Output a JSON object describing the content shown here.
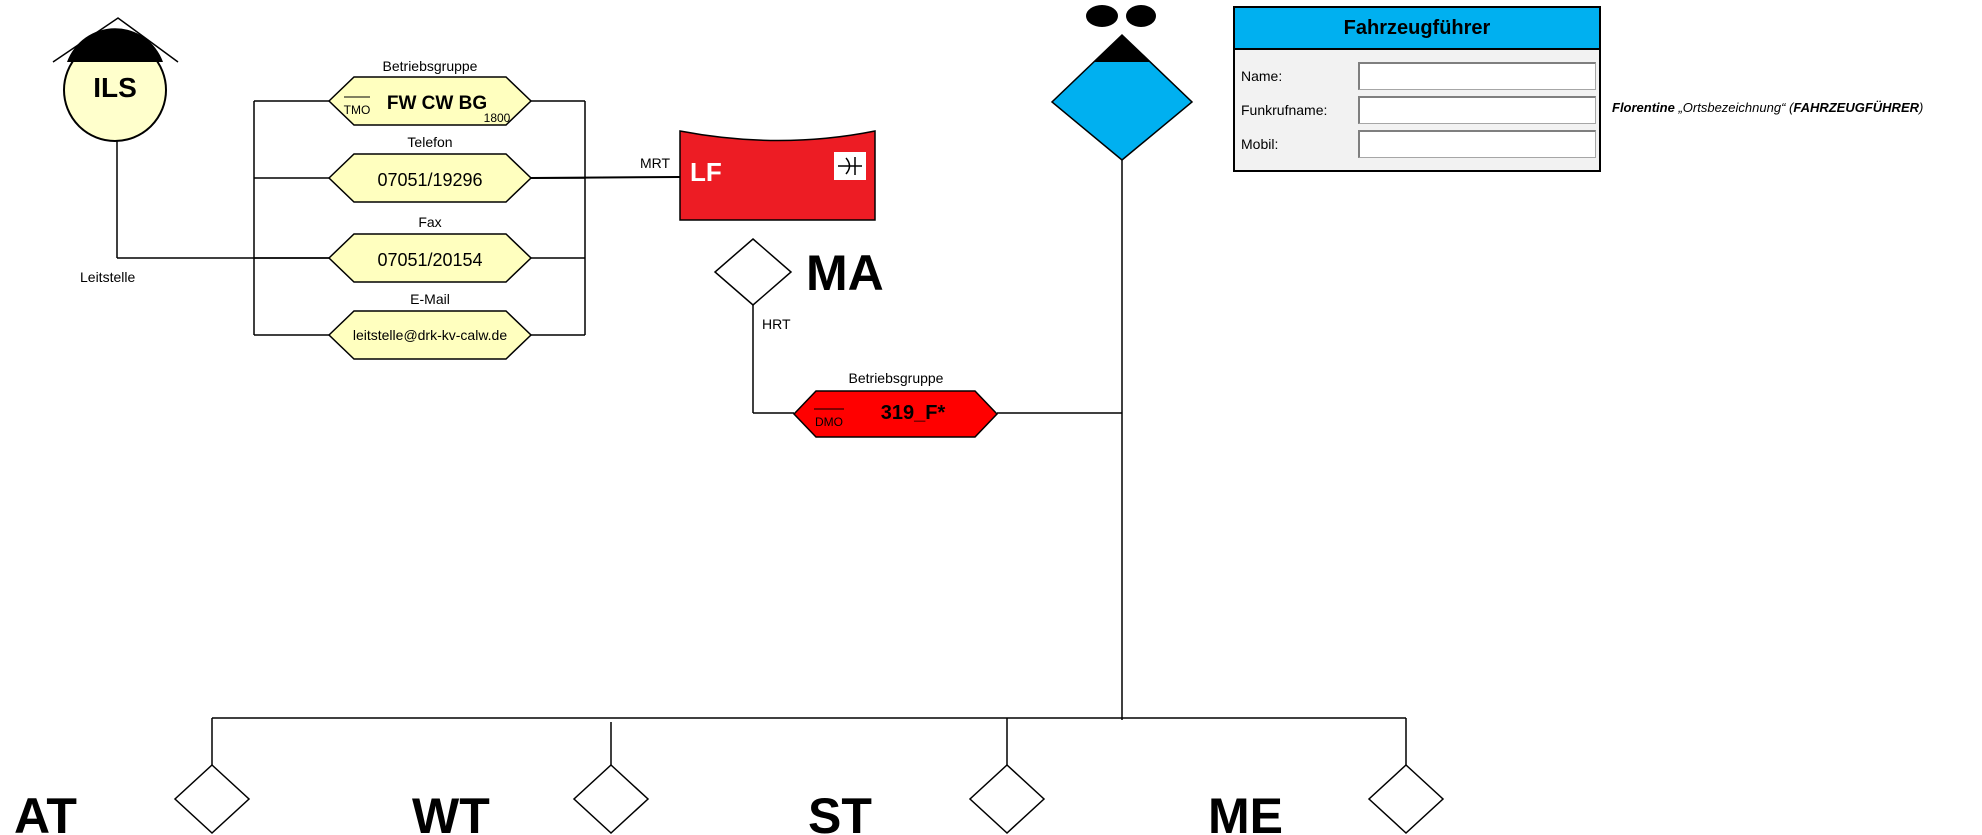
{
  "ils": {
    "label": "ILS",
    "caption": "Leitstelle"
  },
  "connections": [
    {
      "type": "Betriebsgruppe",
      "mode": "TMO",
      "value": "FW CW BG",
      "sub": "1800"
    },
    {
      "type": "Telefon",
      "value": "07051/19296"
    },
    {
      "type": "Fax",
      "value": "07051/20154"
    },
    {
      "type": "E-Mail",
      "value": "leitstelle@drk-kv-calw.de"
    }
  ],
  "vehicle": {
    "label": "LF",
    "link_label": "MRT"
  },
  "ma": {
    "label": "MA",
    "link_label": "HRT"
  },
  "dmo_group": {
    "type": "Betriebsgruppe",
    "mode": "DMO",
    "value": "319_F*"
  },
  "vehicle_leader": {
    "title": "Fahrzeugführer",
    "fields": [
      {
        "label": "Name:",
        "value": ""
      },
      {
        "label": "Funkrufname:",
        "value": ""
      },
      {
        "label": "Mobil:",
        "value": ""
      }
    ],
    "note_name": "Florentine",
    "note_mid": " „Ortsbezeichnung“ (",
    "note_role": "FAHRZEUGFÜHRER",
    "note_end": ")"
  },
  "troops": [
    "AT",
    "WT",
    "ST",
    "ME"
  ],
  "colors": {
    "ils_fill": "#ffffcc",
    "connection_fill": "#ffffbf",
    "vehicle_fill": "#ed1c24",
    "dmo_fill": "#ff0000",
    "leader_fill": "#00b0f0",
    "panel_header": "#00b0f0"
  }
}
